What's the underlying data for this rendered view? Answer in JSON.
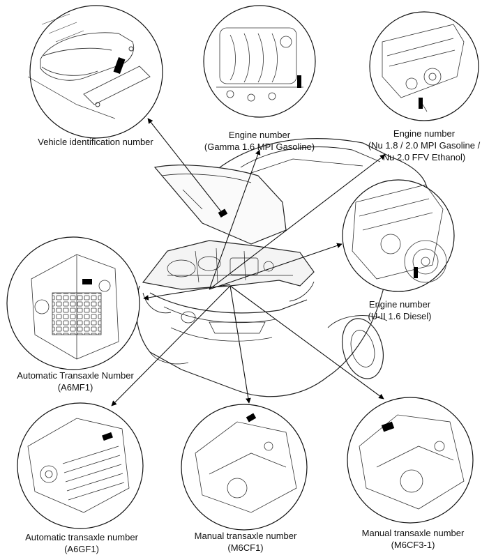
{
  "labels": {
    "vin": {
      "line1": "Vehicle identification number"
    },
    "gamma": {
      "line1": "Engine number",
      "line2": "(Gamma 1.6 MPI Gasoline)"
    },
    "nu": {
      "line1": "Engine number",
      "line2": "(Nu 1.8 / 2.0 MPI Gasoline /",
      "line3": "Nu 2.0 FFV Ethanol)"
    },
    "u2": {
      "line1": "Engine number",
      "line2": "(U-II 1.6 Diesel)"
    },
    "a6mf1": {
      "line1": "Automatic Transaxle Number",
      "line2": "(A6MF1)"
    },
    "a6gf1": {
      "line1": "Automatic transaxle number",
      "line2": "(A6GF1)"
    },
    "m6cf1": {
      "line1": "Manual transaxle number",
      "line2": "(M6CF1)"
    },
    "m6cf3": {
      "line1": "Manual transaxle number",
      "line2": "(M6CF3-1)"
    }
  },
  "icons": {
    "car": "hatchback-open-hood",
    "vin": "seat-floor-vin-plate",
    "gamma": "engine-top-view",
    "nu": "engine-side-view",
    "u2": "diesel-engine-flywheel",
    "a6mf1": "automatic-transaxle",
    "a6gf1": "automatic-transaxle",
    "m6cf1": "manual-transaxle",
    "m6cf3": "manual-transaxle"
  },
  "colors": {
    "line": "#111111",
    "marker": "#000000",
    "background": "#ffffff"
  }
}
